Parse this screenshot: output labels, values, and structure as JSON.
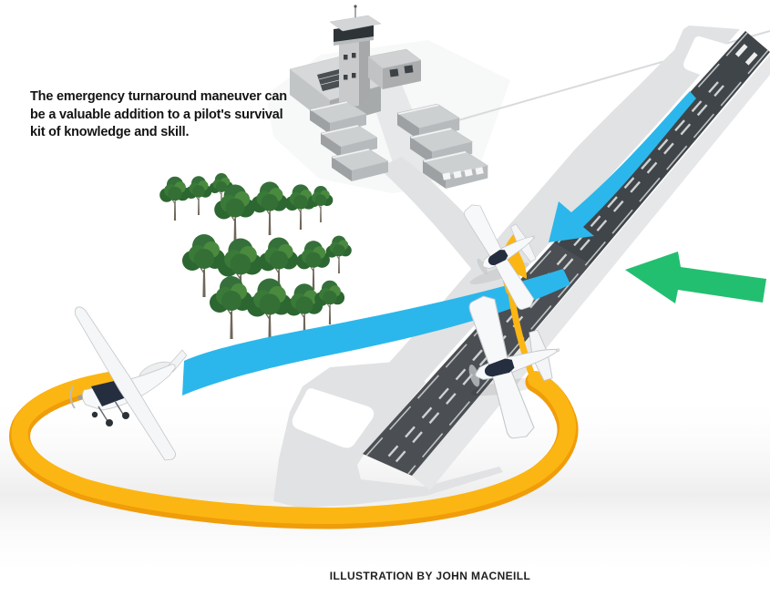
{
  "caption": {
    "lines": [
      "The emergency turnaround maneuver can",
      "be a valuable addition to a pilot's survival",
      "kit of knowledge and skill."
    ]
  },
  "credit": "ILLUSTRATION BY JOHN MACNEILL",
  "colors": {
    "flight_path_blue": "#2bb7eb",
    "return_path_yellow": "#fcb613",
    "return_path_yellow_dark": "#f09d0a",
    "wind_arrow_green": "#22bf70",
    "runway_asphalt": "#40454a",
    "runway_marking": "#dde1e0",
    "taxiway_gray": "#e1e2e3",
    "tree_green": "#35703a",
    "building_gray": "#c8cacb",
    "airplane_white": "#f7f8f9",
    "airplane_cabin_navy": "#252e3f"
  },
  "scene": {
    "elements": [
      "control-tower",
      "terminal-building",
      "hangars",
      "tree-cluster",
      "runway",
      "parallel-taxiway",
      "taxiway-loop-near",
      "taxiway-loop-far",
      "climbing-airplane",
      "banking-airplane",
      "landing-airplane",
      "blue-flight-path",
      "yellow-return-path",
      "wind-direction-arrow"
    ]
  }
}
